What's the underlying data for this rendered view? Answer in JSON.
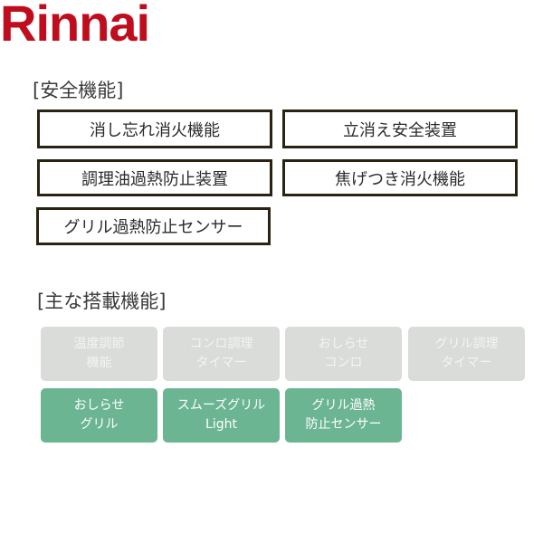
{
  "brand": {
    "logo_text": "Rinnai",
    "color": "#c00d1e"
  },
  "safety": {
    "heading": "[安全機能]",
    "items": [
      {
        "label": "消し忘れ消火機能"
      },
      {
        "label": "立消え安全装置"
      },
      {
        "label": "調理油過熱防止装置"
      },
      {
        "label": "焦げつき消火機能"
      },
      {
        "label": "グリル過熱防止センサー"
      }
    ]
  },
  "features": {
    "heading": "[主な搭載機能]",
    "colors": {
      "active": "#6cb593",
      "inactive": "#dadcd9"
    },
    "tiles": [
      {
        "label": "温度調節\n機能",
        "active": false
      },
      {
        "label": "コンロ調理\nタイマー",
        "active": false
      },
      {
        "label": "おしらせ\nコンロ",
        "active": false
      },
      {
        "label": "グリル調理\nタイマー",
        "active": false
      },
      {
        "label": "おしらせ\nグリル",
        "active": true
      },
      {
        "label": "スムーズグリル\nLight",
        "active": true
      },
      {
        "label": "グリル過熱\n防止センサー",
        "active": true
      }
    ]
  }
}
